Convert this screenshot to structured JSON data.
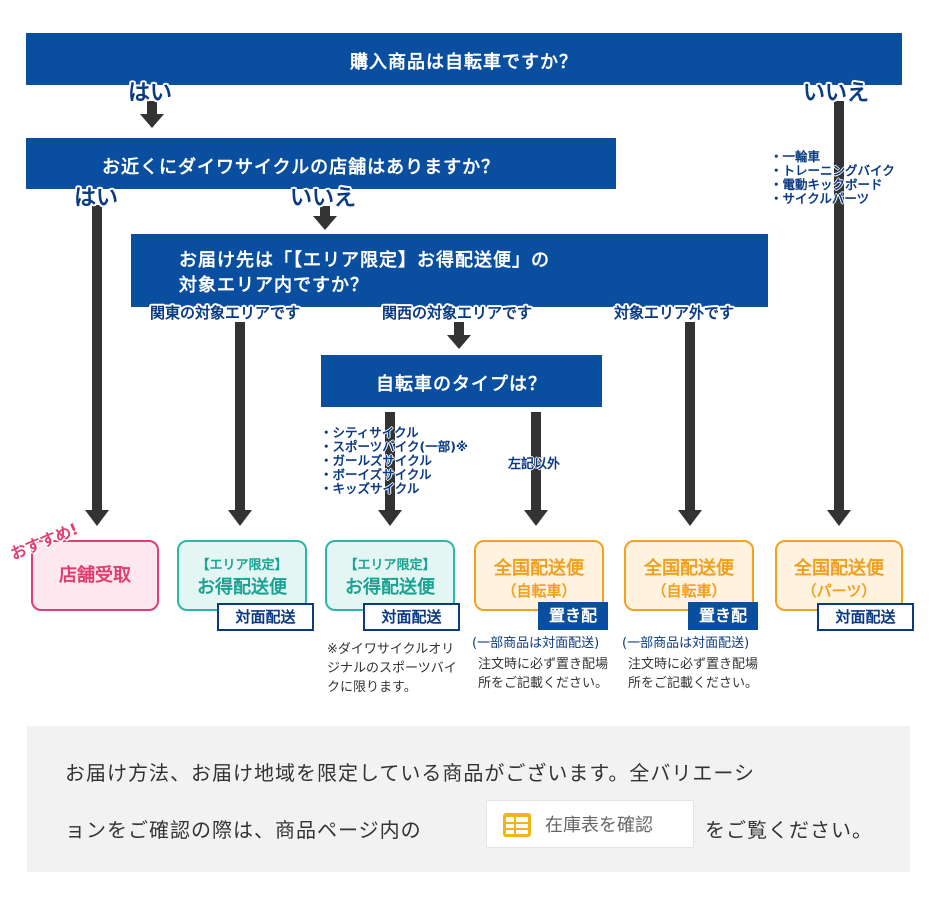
{
  "questions": {
    "q1": "購入商品は自転車ですか？",
    "q2": "お近くにダイワサイクルの店舗はありますか？",
    "q3_line1": "お届け先は「【エリア限定】お得配送便」の",
    "q3_line2": "対象エリア内ですか？",
    "q4": "自転車のタイプは？"
  },
  "answers": {
    "q1_yes": "はい",
    "q1_no": "いいえ",
    "q2_yes": "はい",
    "q2_no": "いいえ",
    "q3_kanto": "関東の対象エリアです",
    "q3_kansai": "関西の対象エリアです",
    "q3_outside": "対象エリア外です",
    "q4_other": "左記以外"
  },
  "non_bicycle_items": [
    "・一輪車",
    "・トレーニングバイク",
    "・電動キックボード",
    "・サイクルパーツ"
  ],
  "bike_types": [
    "・シティサイクル",
    "・スポーツバイク(一部)※",
    "・ガールズサイクル",
    "・ボーイズサイクル",
    "・キッズサイクル"
  ],
  "results": {
    "store": {
      "badge": "おすすめ!",
      "label": "店舗受取"
    },
    "kanto": {
      "l1": "【エリア限定】",
      "l2": "お得配送便",
      "tag": "対面配送"
    },
    "kansai": {
      "l1": "【エリア限定】",
      "l2": "お得配送便",
      "tag": "対面配送",
      "note": "※ダイワサイクルオリジナルのスポーツバイクに限ります。"
    },
    "nat1": {
      "l1": "全国配送便",
      "l2": "（自転車）",
      "tag": "置き配",
      "paren": "(一部商品は対面配送)",
      "note": "注文時に必ず置き配場所をご記載ください。"
    },
    "nat2": {
      "l1": "全国配送便",
      "l2": "（自転車）",
      "tag": "置き配",
      "paren": "(一部商品は対面配送)",
      "note": "注文時に必ず置き配場所をご記載ください。"
    },
    "parts": {
      "l1": "全国配送便",
      "l2": "（パーツ）",
      "tag": "対面配送"
    }
  },
  "footer": {
    "line1": "お届け方法、お届け地域を限定している商品がございます。全バリエーシ",
    "line2a": "ョンをご確認の際は、商品ページ内の",
    "button_label": "在庫表を確認",
    "button_icon": "grid-table-icon",
    "line2b": "をご覧ください。"
  },
  "colors": {
    "navy": "#0a4ea0",
    "pink": "#e23d6e",
    "teal": "#2cb6a5",
    "orange": "#f4a11e"
  }
}
